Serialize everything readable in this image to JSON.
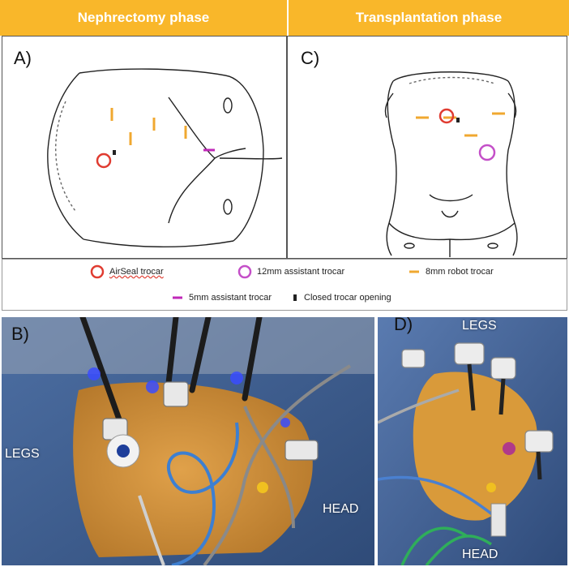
{
  "headers": {
    "left": "Nephrectomy phase",
    "right": "Transplantation phase"
  },
  "panels": {
    "a_label": "A)",
    "b_label": "B)",
    "c_label": "C)",
    "d_label": "D)"
  },
  "legend": {
    "airseal": "AirSeal trocar",
    "assist12": "12mm assistant trocar",
    "robot8": "8mm robot trocar",
    "assist5": "5mm assistant trocar",
    "closed": "Closed trocar opening"
  },
  "photo_b": {
    "legs": "LEGS",
    "head": "HEAD"
  },
  "photo_d": {
    "legs": "LEGS",
    "head": "HEAD"
  },
  "colors": {
    "header_bg": "#f9b72a",
    "airseal": "#e03c31",
    "assist12": "#c44fc8",
    "robot8": "#f0a830",
    "assist5": "#c028b8",
    "drape": "#3e5f93",
    "skin": "#d99a3a"
  },
  "icons": [
    "red-ring-icon",
    "purple-ring-icon",
    "orange-dash-icon",
    "magenta-dash-icon",
    "closed-opening-icon"
  ]
}
